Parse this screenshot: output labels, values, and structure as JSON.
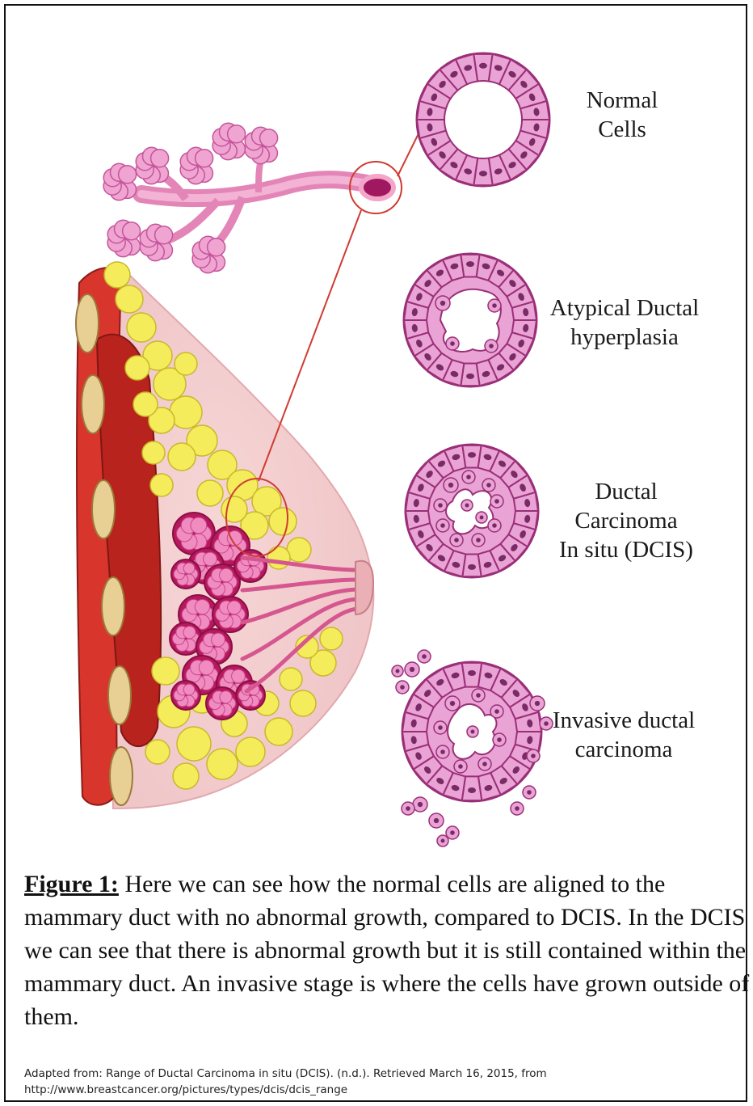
{
  "labels": {
    "normal": [
      "Normal",
      "Cells"
    ],
    "adh": [
      "Atypical Ductal",
      "hyperplasia"
    ],
    "dcis": [
      "Ductal",
      "Carcinoma",
      "In situ (DCIS)"
    ],
    "idc": [
      "Invasive ductal",
      "carcinoma"
    ]
  },
  "caption": {
    "figure_label": "Figure 1:",
    "text": " Here we can see how the normal cells are aligned to the mammary duct with no abnormal growth, compared to DCIS. In the DCIS we can see that there is abnormal growth but it is still contained within the mammary duct. An invasive stage is where the cells have grown outside of them."
  },
  "source": {
    "line1": "Adapted from: Range of Ductal Carcinoma in situ (DCIS). (n.d.). Retrieved March 16, 2015, from",
    "line2": "http://www.breastcancer.org/pictures/types/dcis/dcis_range"
  },
  "colors": {
    "cell_fill": "#e9a3d4",
    "cell_stroke": "#9a2f78",
    "nucleus": "#7a2a66",
    "fat": "#f4ec5a",
    "muscle": "#d93a30",
    "lobule": "#d54a8c",
    "pointer": "#cf3b32"
  }
}
